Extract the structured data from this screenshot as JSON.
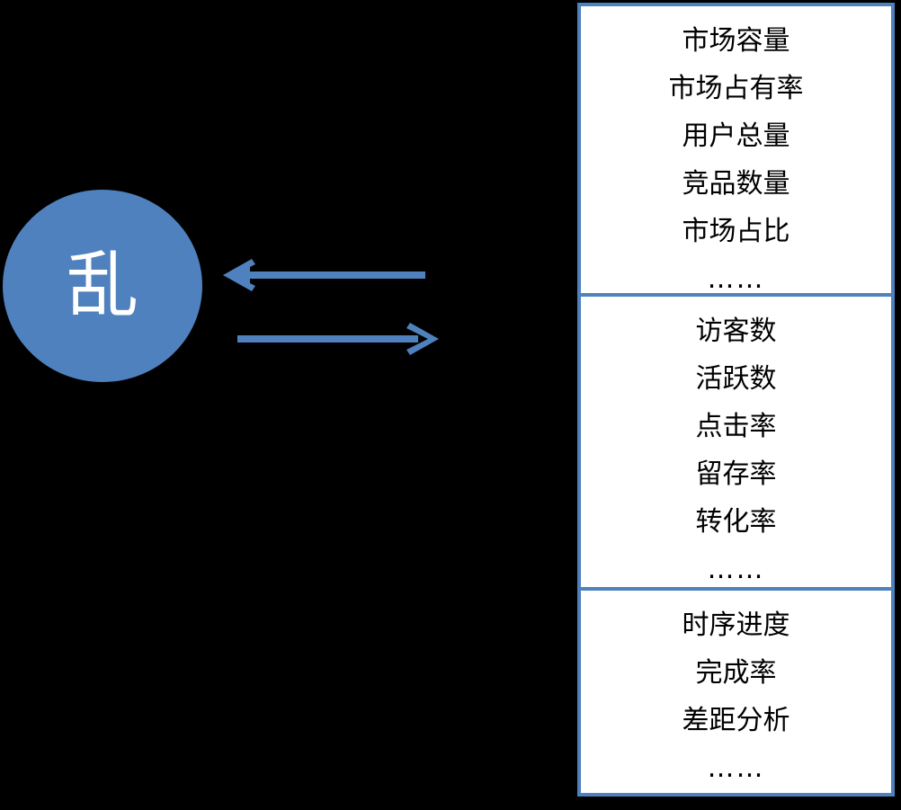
{
  "diagram": {
    "background_color": "#000000",
    "accent_color": "#4E81BD",
    "panel_background": "#FFFFFF",
    "concept": {
      "label": "乱",
      "text_color": "#FFFFFF",
      "fill_color": "#4E81BD"
    },
    "arrows": [
      {
        "name": "arrow-left",
        "direction": "left",
        "color": "#4E81BD"
      },
      {
        "name": "arrow-right",
        "direction": "right",
        "color": "#4E81BD"
      }
    ],
    "panels": [
      {
        "name": "panel-market-metrics",
        "items": [
          "市场容量",
          "市场占有率",
          "用户总量",
          "竞品数量",
          "市场占比"
        ],
        "ellipsis": "……"
      },
      {
        "name": "panel-traffic-metrics",
        "items": [
          "访客数",
          "活跃数",
          "点击率",
          "留存率",
          "转化率"
        ],
        "ellipsis": "……"
      },
      {
        "name": "panel-progress-metrics",
        "items": [
          "时序进度",
          "完成率",
          "差距分析"
        ],
        "ellipsis": "……"
      }
    ]
  }
}
